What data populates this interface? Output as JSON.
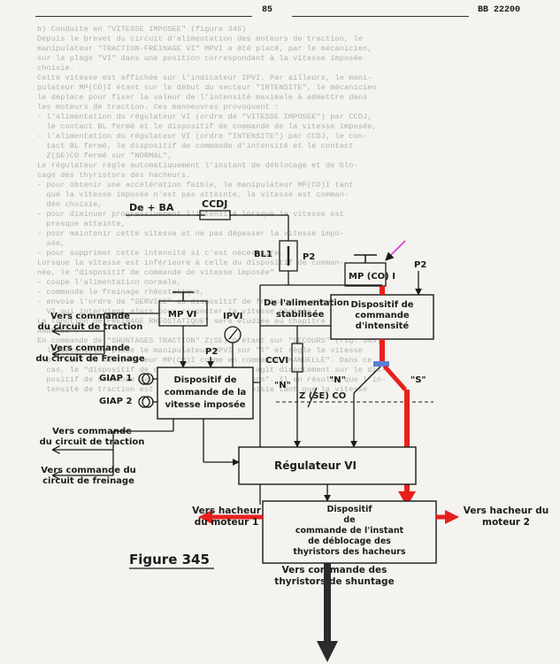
{
  "header": {
    "page_number": "85",
    "document_ref": "BB 22200"
  },
  "background_text": [
    "b) Conduite en \"VITESSE IMPOSEE\" (figure 345)",
    "",
    "Depuis le brevet du circuit d'alimentation des moteurs de traction, le",
    "manipulateur \"TRACTION-FREINAGE VI\" MPVI a été placé, par le mécanicien,",
    "sur la plage \"VI\" dans une position correspondant à la vitesse imposée",
    "choisie.",
    "",
    "Cette vitesse est affichée sur l'indicateur IPVI. Par ailleurs, le mani-",
    "pulateur MP(CO)I étant sur le début du secteur \"INTENSITE\", le mécanicien",
    "le déplace pour fixer la valeur de l'intensité maximale à admettre dans",
    "les moteurs de traction. Ces manoeuvres provoquent :",
    "",
    "- l'alimentation du régulateur VI (ordre de \"VITESSE IMPOSEE\") par CCDJ,",
    "  le contact BL fermé et le dispositif de commande de la vitesse imposée,",
    "",
    "- l'alimentation du régulateur VI (ordre \"INTENSITE\") par CCDJ, le con-",
    "  tact BL fermé, le dispositif de commande d'intensité et le contact",
    "  Z(SE)CO fermé sur \"NORMAL\",",
    "",
    "Le régulateur règle automatiquement l'instant de déblocage et de blo-",
    "cage des thyristors des hacheurs.",
    "",
    "- pour obtenir une accélération faible, le manipulateur MP(CO)I tant",
    "  que la vitesse imposée n'est pas atteinte, la vitesse est comman-",
    "  dée choisie,",
    "",
    "- pour diminuer progressivement l'intensité lorsque la vitesse est",
    "  presque atteinte,",
    "",
    "- pour maintenir cette vitesse et ne pas dépasser la vitesse impo-",
    "  sée,",
    "",
    "- pour supprimer cette intensité si c'est nécessaire.",
    "",
    "Lorsque la vitesse est inférieure à celle du dispositif de comman-",
    "née, le \"dispositif de commande de vitesse imposée\"",
    "",
    "- coupe l'alimentation normale,",
    "",
    "- commande le freinage rhéostatique,",
    "",
    "- envoie l'ordre de \"SERVICE\" au dispositif de freinage au régulateur",
    "  VI qui intervient alors pour respecter la vitesse choisie.",
    "",
    "La fonction de FREINAGE RHEOSTATIQUE\" sera étudiée au chapitre 4 \"FONCTIONS",
    "ANNEXES\".",
    "",
    "",
    "En commande de \"SHUNTAGES TRACTION\" Z(SE)CO étant sur \"SECOURS\" (fig. 345),",
    "  le mécanicien place le manipulateur MPVI sur \"T\" et règle la vitesse",
    "  à l'aide du manipulateur MP(CO)I comme en commande \"MANUELLE\". Dans ce",
    "  cas, le \"dispositif de commande d'intensité\" agit directement sur le dis-",
    "  positif de commande des thyristors des hacheurs\". Il en résulte que l'in-",
    "  tensité de traction est fixée à la valeur choisie tant que la vitesse"
  ],
  "diagram": {
    "labels": {
      "de_ba": "De + BA",
      "ccdj": "CCDJ",
      "bl1": "BL1",
      "p2_top": "P2",
      "mpvi": "MP VI",
      "ipvi": "IPVI",
      "p2_left": "P2",
      "mpcoi": "MP (CO) I",
      "p2_right": "P2",
      "alim_1": "De l'alimentation",
      "alim_2": "stabilisée",
      "ccvi": "CCVI",
      "n1": "\"N\"",
      "n2": "\"N\"",
      "s": "\"S\"",
      "zseco": "Z (SE) CO",
      "giap1": "GIAP 1",
      "giap2": "GIAP 2",
      "regulateur": "Régulateur VI",
      "figure": "Figure 345"
    },
    "vitesse_box": [
      "Dispositif de",
      "commande de la",
      "vitesse imposée"
    ],
    "intensite_box": [
      "Dispositif de",
      "commande",
      "d'intensité"
    ],
    "thyristors_box": [
      "Dispositif",
      "de",
      "commande de l'instant",
      "de déblocage des",
      "thyristors des hacheurs"
    ],
    "outputs": {
      "traction_1": [
        "Vers commande",
        "du circuit de traction"
      ],
      "freinage_1": [
        "Vers commande",
        "du circuit de Freinage"
      ],
      "traction_2": [
        "Vers commande",
        "du circuit de traction"
      ],
      "freinage_2": [
        "Vers commande du",
        "circuit de freinage"
      ],
      "hacheur_1": [
        "Vers hacheur",
        "du moteur 1"
      ],
      "hacheur_2": [
        "Vers hacheur du",
        "moteur 2"
      ],
      "shuntage": [
        "Vers commande des",
        "thyristors de shuntage"
      ]
    },
    "colors": {
      "line": "#1a1a1a",
      "highlight": "#e8201c",
      "marker": "#d93ad6",
      "bar": "#5a7fd6"
    }
  }
}
